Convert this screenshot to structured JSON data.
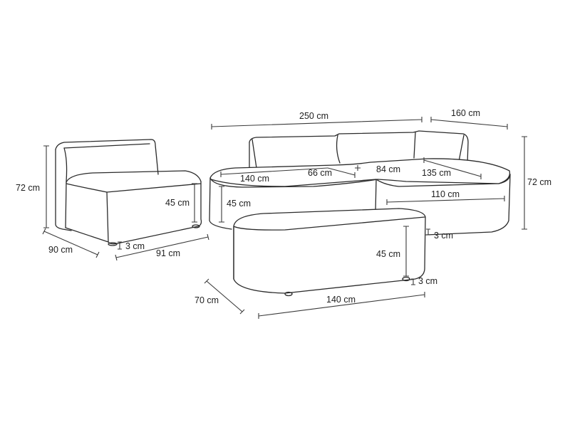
{
  "diagram": {
    "type": "furniture-dimension-drawing",
    "line_color": "#2b2b2b",
    "background": "#ffffff",
    "unit": "cm"
  },
  "armless_chair": {
    "height": "72 cm",
    "depth": "90 cm",
    "width": "91 cm",
    "seat_height": "45 cm",
    "leg_height": "3 cm"
  },
  "corner_sofa": {
    "total_width": "250 cm",
    "side_depth": "160 cm",
    "height": "72 cm",
    "seat_length_left": "140 cm",
    "seat_depth_left": "66 cm",
    "seat_depth_corner": "84 cm",
    "seat_length_right": "135 cm",
    "chaise_width": "110 cm",
    "seat_height": "45 cm",
    "leg_height": "3 cm"
  },
  "ottoman": {
    "height": "45 cm",
    "length": "140 cm",
    "depth": "70 cm",
    "leg_height": "3 cm"
  }
}
